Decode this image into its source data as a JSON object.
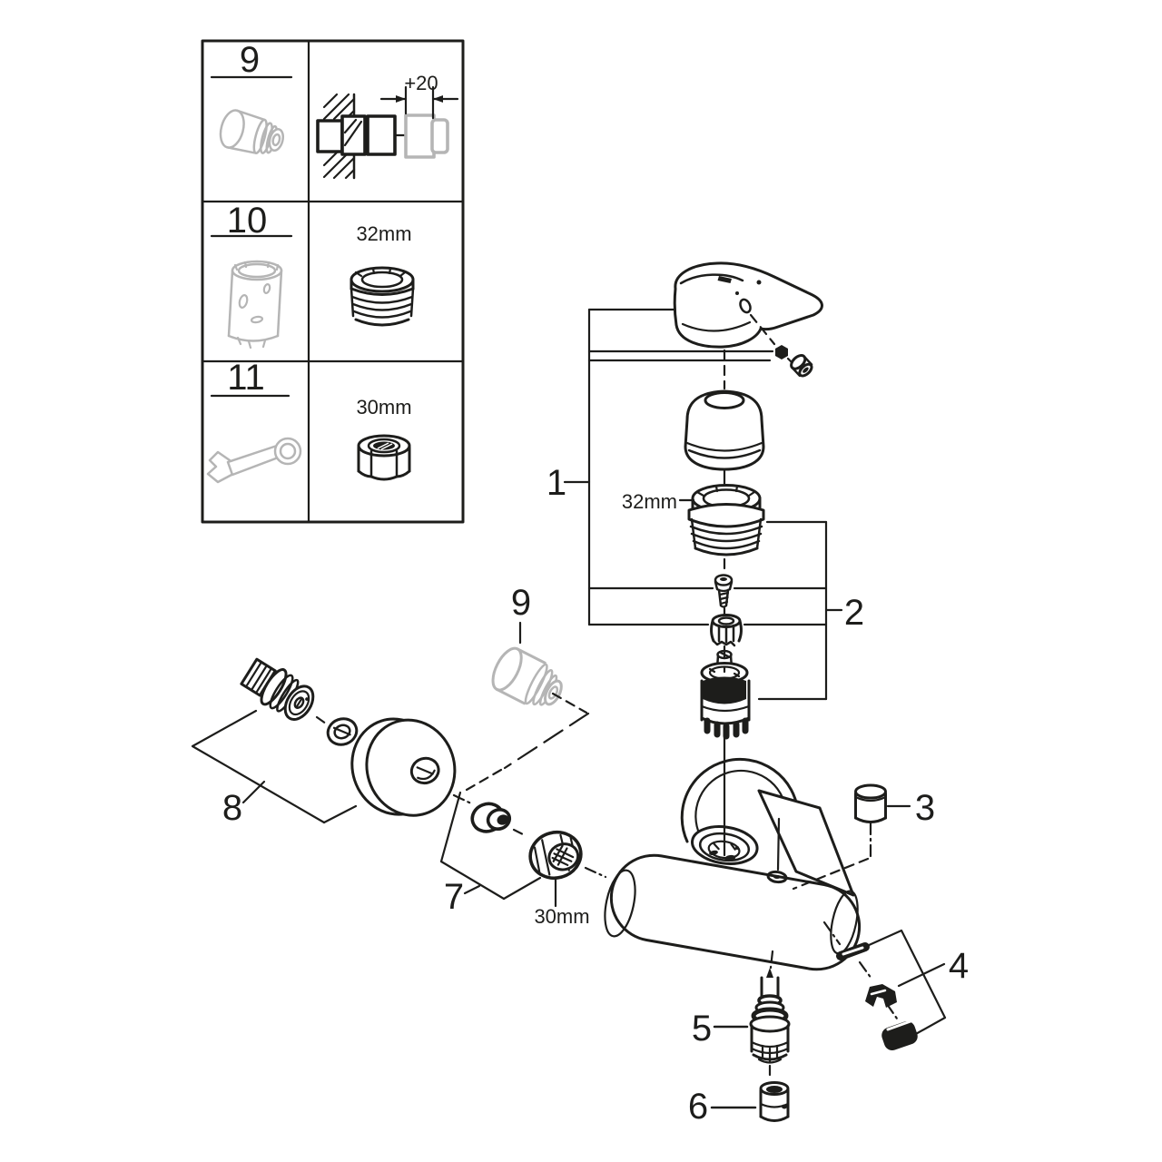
{
  "page": {
    "background": "#ffffff",
    "line_color": "#1d1d1b",
    "ghost_color": "#b5b5b5"
  },
  "legend_table": {
    "rows": [
      {
        "index": "9",
        "dimension": "+20",
        "part": "wall-union-extension"
      },
      {
        "index": "10",
        "dimension": "32mm",
        "part": "socket-tool-ring-nut"
      },
      {
        "index": "11",
        "dimension": "30mm",
        "part": "wrench-union-nut"
      }
    ]
  },
  "diagram": {
    "callouts": {
      "handle_group": "1",
      "cartridge_group": "2",
      "plug": "3",
      "diverter_trim_group": "4",
      "diverter_cartridge": "5",
      "check_valve": "6",
      "union_nut_group": "7",
      "s_union_group": "8",
      "extension_adapter": "9"
    },
    "dimensions": {
      "cartridge_nut": "32mm",
      "union_nut": "30mm"
    }
  }
}
